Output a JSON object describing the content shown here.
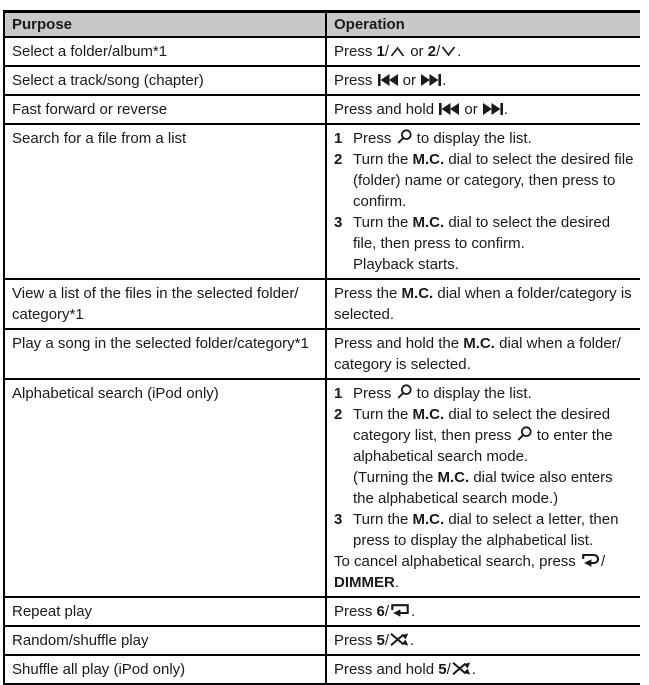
{
  "colors": {
    "page_bg": "#FFFFFF",
    "text": "#1A1A1A",
    "border": "#000000",
    "header_bg": "#C8C8C8"
  },
  "table": {
    "headers": {
      "purpose": "Purpose",
      "operation": "Operation"
    },
    "rows": [
      {
        "purpose": "Select a folder/album*1",
        "operation": [
          {
            "segs": [
              {
                "t": "Press "
              },
              {
                "b": "1"
              },
              {
                "t": "/​"
              },
              {
                "icon": "chevron-up"
              },
              {
                "t": " or "
              },
              {
                "b": "2"
              },
              {
                "t": "/​"
              },
              {
                "icon": "chevron-down"
              },
              {
                "t": "."
              }
            ]
          }
        ]
      },
      {
        "purpose": "Select a track/song (chapter)",
        "operation": [
          {
            "segs": [
              {
                "t": "Press "
              },
              {
                "icon": "previous-track"
              },
              {
                "t": " or "
              },
              {
                "icon": "next-track"
              },
              {
                "t": "."
              }
            ]
          }
        ]
      },
      {
        "purpose": "Fast forward or reverse",
        "operation": [
          {
            "segs": [
              {
                "t": "Press and hold "
              },
              {
                "icon": "previous-track"
              },
              {
                "t": " or "
              },
              {
                "icon": "next-track"
              },
              {
                "t": "."
              }
            ]
          }
        ]
      },
      {
        "purpose": "Search for a file from a list",
        "operation": [
          {
            "step": "1",
            "segs": [
              {
                "t": "Press "
              },
              {
                "icon": "search"
              },
              {
                "t": " to display the list."
              }
            ]
          },
          {
            "step": "2",
            "segs": [
              {
                "t": "Turn the "
              },
              {
                "b": "M.C."
              },
              {
                "t": " dial to select the desired file (folder) name or category, then press to confirm."
              }
            ]
          },
          {
            "step": "3",
            "segs": [
              {
                "t": "Turn the "
              },
              {
                "b": "M.C."
              },
              {
                "t": " dial to select the desired file, then press to confirm."
              }
            ]
          },
          {
            "cont": true,
            "segs": [
              {
                "t": "Playback starts."
              }
            ]
          }
        ]
      },
      {
        "purpose": "View a list of the files in the selected folder/​category*1",
        "operation": [
          {
            "segs": [
              {
                "t": "Press the "
              },
              {
                "b": "M.C."
              },
              {
                "t": " dial when a folder/​category is selected."
              }
            ]
          }
        ]
      },
      {
        "purpose": "Play a song in the selected folder/​category*1",
        "operation": [
          {
            "segs": [
              {
                "t": "Press and hold the "
              },
              {
                "b": "M.C."
              },
              {
                "t": " dial when a folder/​category is selected."
              }
            ]
          }
        ]
      },
      {
        "purpose": "Alphabetical search (iPod only)",
        "operation": [
          {
            "step": "1",
            "segs": [
              {
                "t": "Press "
              },
              {
                "icon": "search"
              },
              {
                "t": " to display the list."
              }
            ]
          },
          {
            "step": "2",
            "segs": [
              {
                "t": "Turn the "
              },
              {
                "b": "M.C."
              },
              {
                "t": " dial to select the desired category list, then press "
              },
              {
                "icon": "search"
              },
              {
                "t": " to enter the alphabetical search mode."
              }
            ]
          },
          {
            "cont": true,
            "segs": [
              {
                "t": "(Turning the "
              },
              {
                "b": "M.C."
              },
              {
                "t": " dial twice also enters the alphabetical search mode.)"
              }
            ]
          },
          {
            "step": "3",
            "segs": [
              {
                "t": "Turn the "
              },
              {
                "b": "M.C."
              },
              {
                "t": " dial to select a letter, then press to display the alphabetical list."
              }
            ]
          },
          {
            "segs": [
              {
                "t": "To cancel alphabetical search, press "
              },
              {
                "icon": "back"
              },
              {
                "t": "/​"
              },
              {
                "b": "DIMMER"
              },
              {
                "t": "."
              }
            ]
          }
        ]
      },
      {
        "purpose": "Repeat play",
        "operation": [
          {
            "segs": [
              {
                "t": "Press "
              },
              {
                "b": "6"
              },
              {
                "t": "/​"
              },
              {
                "icon": "repeat"
              },
              {
                "t": "."
              }
            ]
          }
        ]
      },
      {
        "purpose": "Random/shuffle play",
        "operation": [
          {
            "segs": [
              {
                "t": "Press "
              },
              {
                "b": "5"
              },
              {
                "t": "/​"
              },
              {
                "icon": "shuffle"
              },
              {
                "t": "."
              }
            ]
          }
        ]
      },
      {
        "purpose": "Shuffle all play (iPod only)",
        "operation": [
          {
            "segs": [
              {
                "t": "Press and hold "
              },
              {
                "b": "5"
              },
              {
                "t": "/​"
              },
              {
                "icon": "shuffle"
              },
              {
                "t": "."
              }
            ]
          }
        ]
      }
    ]
  },
  "icon_names": [
    "chevron-up",
    "chevron-down",
    "previous-track",
    "next-track",
    "search",
    "back",
    "repeat",
    "shuffle"
  ]
}
